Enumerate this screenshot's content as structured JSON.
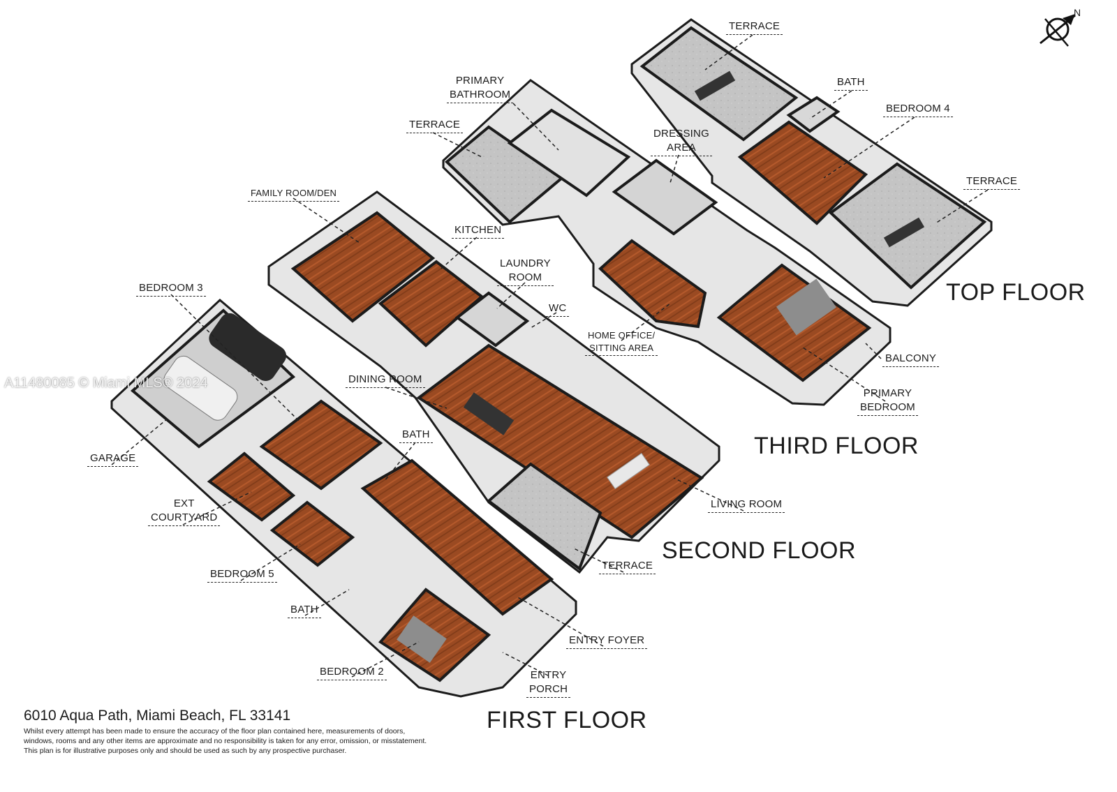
{
  "floors": {
    "top": "TOP FLOOR",
    "third": "THIRD FLOOR",
    "second": "SECOND FLOOR",
    "first": "FIRST FLOOR"
  },
  "labels": {
    "top_terrace_1": "TERRACE",
    "top_bath": "BATH",
    "top_bedroom_4": "BEDROOM 4",
    "top_terrace_2": "TERRACE",
    "primary_bathroom_1": "PRIMARY",
    "primary_bathroom_2": "BATHROOM",
    "third_terrace": "TERRACE",
    "dressing_area_1": "DRESSING",
    "dressing_area_2": "AREA",
    "home_office_1": "HOME OFFICE/",
    "home_office_2": "SITTING AREA",
    "balcony": "BALCONY",
    "primary_bedroom_1": "PRIMARY",
    "primary_bedroom_2": "BEDROOM",
    "family_room": "FAMILY ROOM/DEN",
    "kitchen": "KITCHEN",
    "laundry_1": "LAUNDRY",
    "laundry_2": "ROOM",
    "wc": "WC",
    "dining_room": "DINING ROOM",
    "second_bath": "BATH",
    "living_room": "LIVING ROOM",
    "second_terrace": "TERRACE",
    "bedroom_3": "BEDROOM 3",
    "garage": "GARAGE",
    "ext_courtyard_1": "EXT",
    "ext_courtyard_2": "COURTYARD",
    "bedroom_5": "BEDROOM 5",
    "first_bath": "BATH",
    "bedroom_2": "BEDROOM 2",
    "entry_foyer": "ENTRY FOYER",
    "entry_porch_1": "ENTRY",
    "entry_porch_2": "PORCH"
  },
  "compass": {
    "letter": "N"
  },
  "address": "6010 Aqua Path, Miami Beach, FL 33141",
  "disclaimer": [
    "Whilst every attempt has been made to ensure the accuracy of the floor plan contained here, measurements of doors,",
    "windows, rooms and any other items are approximate and no responsibility is taken for any error, omission, or misstatement.",
    "This plan is for illustrative purposes only and should be used as such by any prospective purchaser."
  ],
  "watermark": "A11480085 © Miami MLS® 2024",
  "colors": {
    "floor_wood": "#9a4a22",
    "tile": "#c9c9c9",
    "wall": "#1b1b1b",
    "wall_face": "#f2f2f2"
  }
}
